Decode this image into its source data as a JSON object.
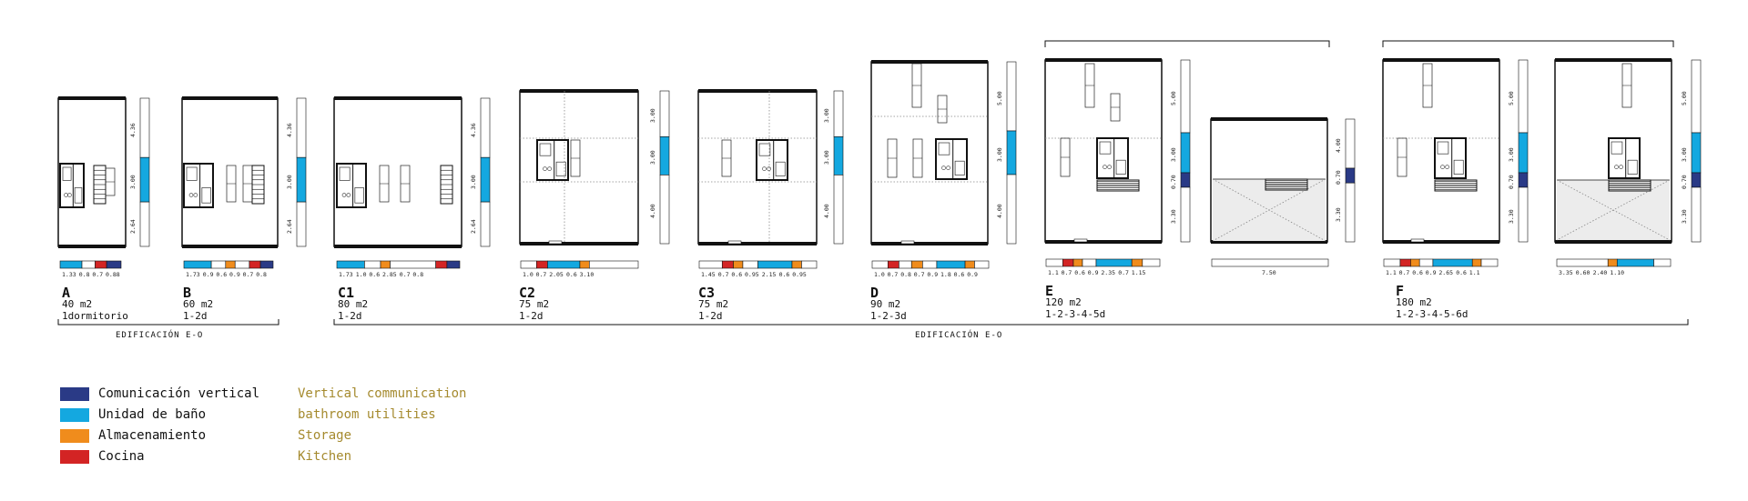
{
  "colors": {
    "comunicacion": "#2a3a86",
    "bano": "#14a8e0",
    "almacenamiento": "#f08c1c",
    "cocina": "#d32424",
    "legend_en_text": "#a58a2e"
  },
  "units": [
    {
      "id": "A",
      "area": "40 m2",
      "type": "1dormitorio",
      "bar_dims": [
        "1.33",
        "0.8",
        "0.7",
        "0.88"
      ],
      "vbar_dims": [
        "4.36",
        "3.00",
        "2.64"
      ]
    },
    {
      "id": "B",
      "area": "60 m2",
      "type": "1-2d",
      "bar_dims": [
        "1.73",
        "0.9",
        "0.6",
        "0.9",
        "0.7",
        "0.8"
      ],
      "vbar_dims": [
        "4.36",
        "3.00",
        "2.64"
      ]
    },
    {
      "id": "C1",
      "area": "80 m2",
      "type": "1-2d",
      "bar_dims": [
        "1.73",
        "1.0",
        "0.6",
        "2.85",
        "0.7",
        "0.8"
      ],
      "vbar_dims": [
        "4.36",
        "3.00",
        "2.64"
      ]
    },
    {
      "id": "C2",
      "area": "75 m2",
      "type": "1-2d",
      "bar_dims": [
        "1.0",
        "0.7",
        "2.05",
        "0.6",
        "3.10"
      ],
      "vbar_dims": [
        "3.00",
        "3.00",
        "4.00"
      ]
    },
    {
      "id": "C3",
      "area": "75 m2",
      "type": "1-2d",
      "bar_dims": [
        "1.45",
        "0.7",
        "0.6",
        "0.95",
        "2.15",
        "0.6",
        "0.95"
      ],
      "vbar_dims": [
        "3.00",
        "3.00",
        "4.00"
      ]
    },
    {
      "id": "D",
      "area": "90 m2",
      "type": "1-2-3d",
      "bar_dims": [
        "1.0",
        "0.7",
        "0.8",
        "0.7",
        "0.9",
        "1.8",
        "0.6",
        "0.9"
      ],
      "vbar_dims": [
        "5.00",
        "3.00",
        "4.00"
      ]
    },
    {
      "id": "E",
      "area": "120 m2",
      "type": "1-2-3-4-5d",
      "bar_dims": [
        "1.1",
        "0.7",
        "0.6",
        "0.9",
        "2.35",
        "0.7",
        "1.15"
      ],
      "vbar_dims": [
        "5.00",
        "3.00",
        "0.70",
        "3.30"
      ]
    },
    {
      "id": "F",
      "area": "180 m2",
      "type": "1-2-3-4-5-6d",
      "bar_dims": [
        "1.1",
        "0.7",
        "0.6",
        "0.9",
        "2.65",
        "0.6",
        "1.1"
      ],
      "vbar_dims": [
        "5.00",
        "3.00",
        "0.70",
        "3.30"
      ]
    }
  ],
  "extra_dims": {
    "e_upper_bar": "7.50",
    "e_upper_vbar": [
      "4.00",
      "0.70",
      "3.30"
    ],
    "f_upper_bar": [
      "3.35",
      "0.60",
      "2.40",
      "1.10"
    ],
    "f_upper_vbar": [
      "5.00",
      "3.00",
      "0.70",
      "3.30"
    ]
  },
  "brackets": {
    "left_label": "EDIFICACIÓN E-O",
    "right_label": "EDIFICACIÓN E-O"
  },
  "legend": [
    {
      "key": "comunicacion",
      "es": "Comunicación vertical",
      "en": "Vertical communication"
    },
    {
      "key": "bano",
      "es": "Unidad de baño",
      "en": "bathroom utilities"
    },
    {
      "key": "almacenamiento",
      "es": "Almacenamiento",
      "en": "Storage"
    },
    {
      "key": "cocina",
      "es": "Cocina",
      "en": "Kitchen"
    }
  ]
}
